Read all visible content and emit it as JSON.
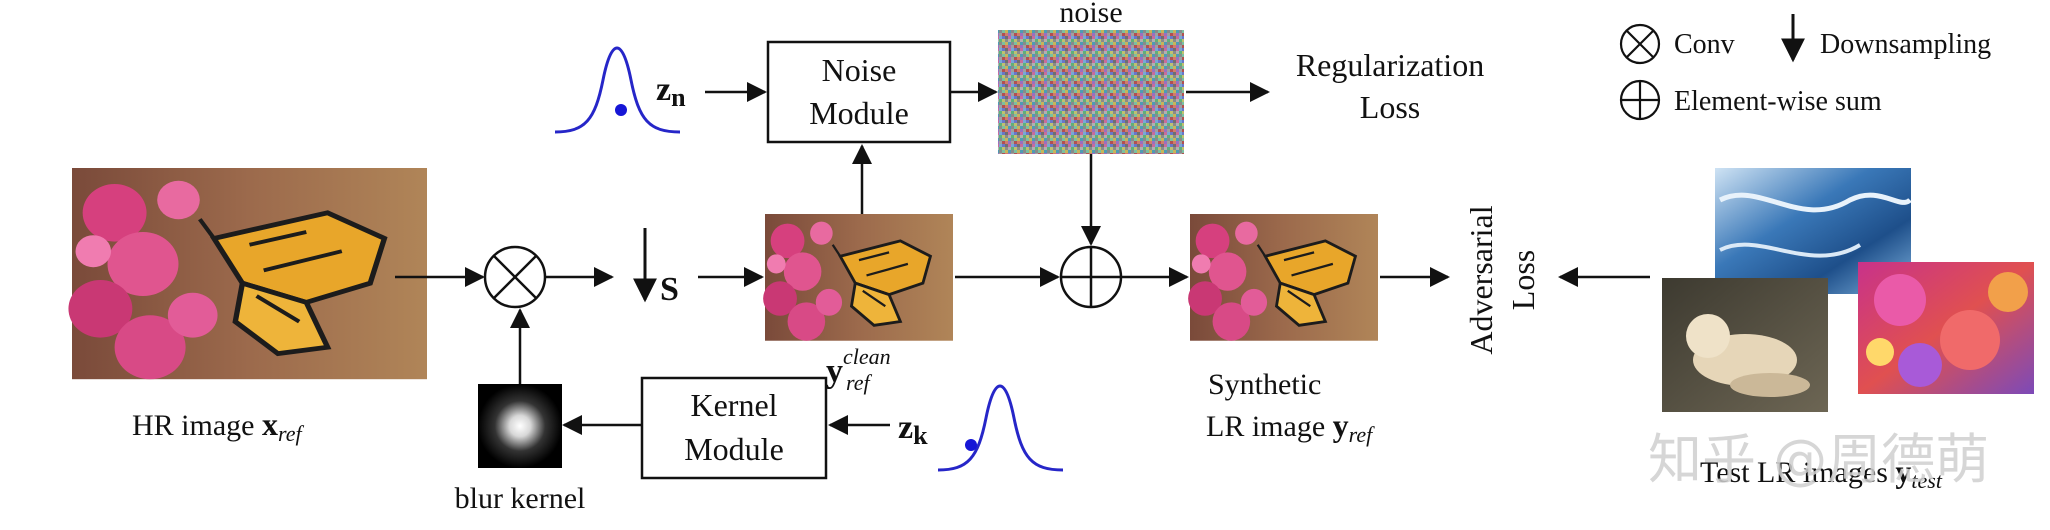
{
  "title_noise": "noise",
  "legend": {
    "conv_label": "Conv",
    "down_label": "Downsampling",
    "sum_label": "Element-wise sum"
  },
  "noise_module": {
    "line1": "Noise",
    "line2": "Module"
  },
  "kernel_module": {
    "line1": "Kernel",
    "line2": "Module"
  },
  "regularization": {
    "line1": "Regularization",
    "line2": "Loss"
  },
  "adversarial": {
    "line1": "Adversarial",
    "line2": "Loss"
  },
  "z_n": {
    "base": "z",
    "sub": "n"
  },
  "z_k": {
    "base": "z",
    "sub": "k"
  },
  "s_label": "S",
  "hr_caption": {
    "text": "HR image ",
    "var": "x",
    "sub": "ref"
  },
  "y_clean": {
    "var": "y",
    "sup": "clean",
    "sub": "ref"
  },
  "synthetic": {
    "line1": "Synthetic",
    "line2": "LR image ",
    "var": "y",
    "sub": "ref"
  },
  "blur_kernel": "blur kernel",
  "test_caption": {
    "text": "Test LR images ",
    "var": "y",
    "sub": "test"
  },
  "watermark": "知乎 @周德萌",
  "colors": {
    "gaussian": "#2626c8",
    "dot": "#1616d6",
    "line": "#111111"
  },
  "icons": [
    "conv-icon",
    "sum-icon",
    "down-arrow-icon",
    "gaussian-icon",
    "blur-kernel-icon"
  ]
}
